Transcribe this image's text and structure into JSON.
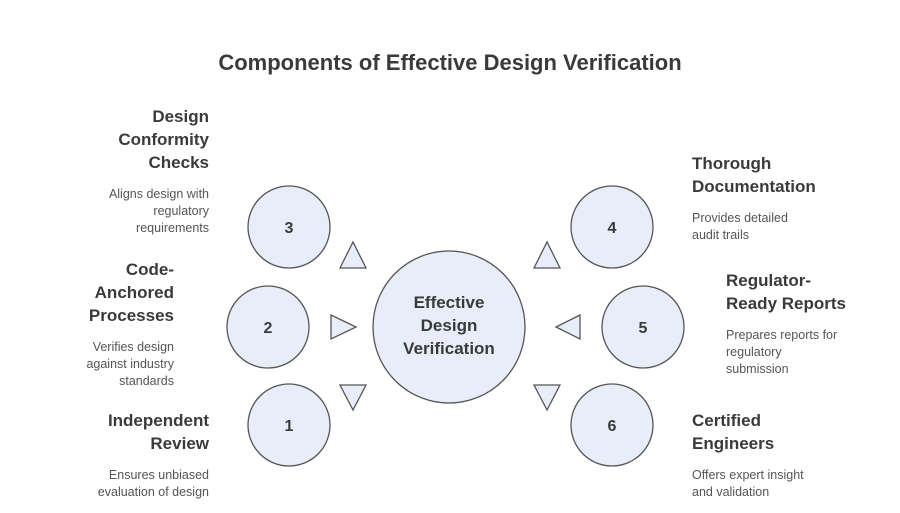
{
  "title": "Components of Effective Design Verification",
  "hub": {
    "lines": [
      "Effective",
      "Design",
      "Verification"
    ]
  },
  "colors": {
    "fill": "#e8eef9",
    "stroke": "#555555",
    "text": "#3a3a3a",
    "desc": "#555555"
  },
  "nodes": [
    {
      "num": "3",
      "title_lines": [
        "Design",
        "Conformity",
        "Checks"
      ],
      "desc_lines": [
        "Aligns design with",
        "regulatory",
        "requirements"
      ]
    },
    {
      "num": "2",
      "title_lines": [
        "Code-",
        "Anchored",
        "Processes"
      ],
      "desc_lines": [
        "Verifies design",
        "against industry",
        "standards"
      ]
    },
    {
      "num": "1",
      "title_lines": [
        "Independent",
        "Review"
      ],
      "desc_lines": [
        "Ensures unbiased",
        "evaluation of design"
      ]
    },
    {
      "num": "4",
      "title_lines": [
        "Thorough",
        "Documentation"
      ],
      "desc_lines": [
        "Provides detailed",
        "audit trails"
      ]
    },
    {
      "num": "5",
      "title_lines": [
        "Regulator-",
        "Ready Reports"
      ],
      "desc_lines": [
        "Prepares reports for",
        "regulatory",
        "submission"
      ]
    },
    {
      "num": "6",
      "title_lines": [
        "Certified",
        "Engineers"
      ],
      "desc_lines": [
        "Offers expert insight",
        "and validation"
      ]
    }
  ]
}
